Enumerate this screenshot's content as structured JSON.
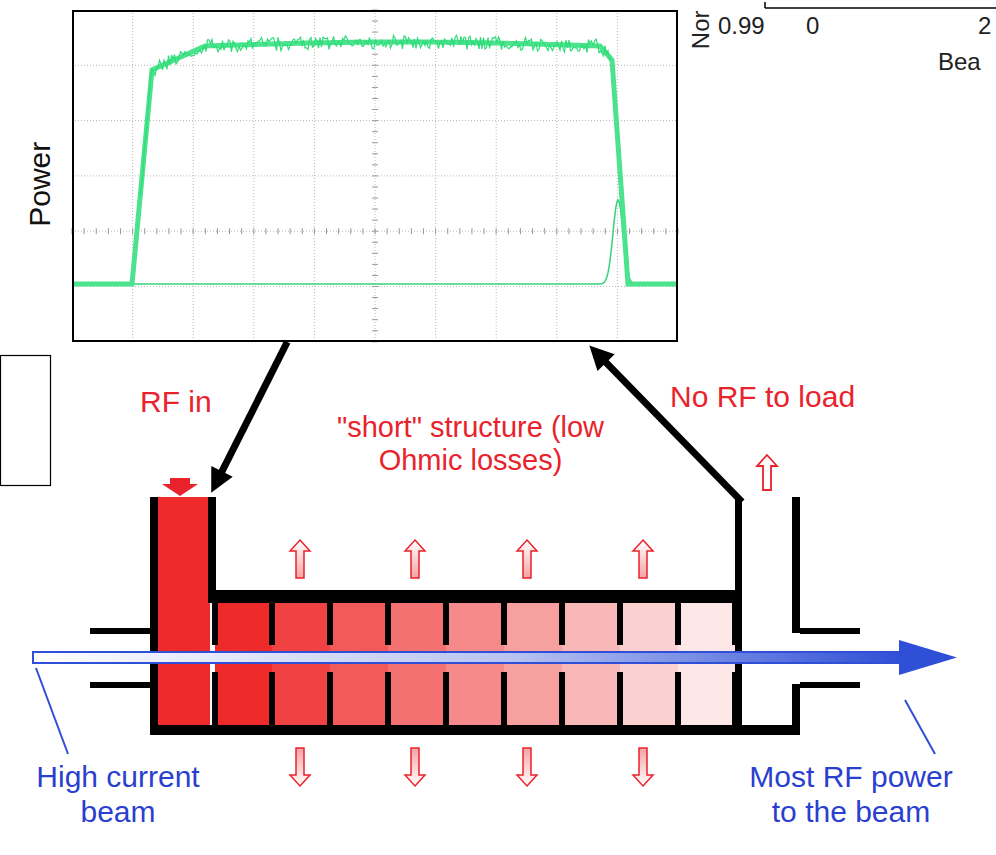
{
  "diagram": {
    "nodes": [
      {
        "text": [
          "Power"
        ]
      },
      {
        "text": [
          "RF in"
        ]
      },
      {
        "text": [
          "\"short\" structure (low Ohmic losses)"
        ]
      },
      {
        "text": [
          "No RF to load"
        ]
      }
    ],
    "edges": [
      {
        "from": 0,
        "to": 1,
        "arrow": "to"
      },
      {
        "from": 3,
        "to": 0,
        "arrow": "to"
      }
    ],
    "labels": [
      "Nor",
      "0.99",
      "0",
      "2",
      "Bea",
      "High current beam",
      "Most RF power to the beam"
    ]
  }
}
